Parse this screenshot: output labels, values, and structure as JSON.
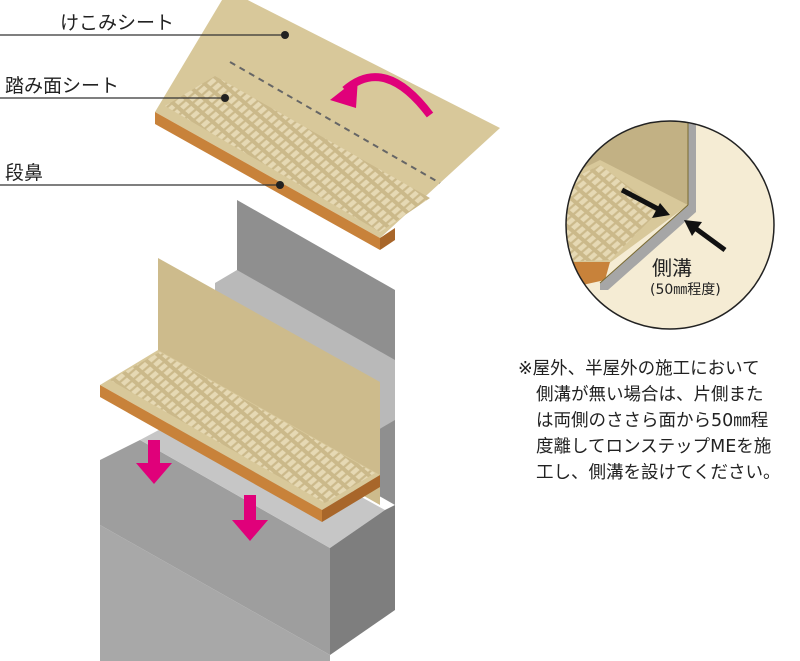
{
  "labels": {
    "riser_sheet": "けこみシート",
    "tread_sheet": "踏み面シート",
    "nosing": "段鼻"
  },
  "detail": {
    "title": "側溝",
    "subtitle": "(50㎜程度)"
  },
  "note": {
    "lines": [
      "※屋外、半屋外の施工において",
      "側溝が無い場合は、片側また",
      "は両側のささら面から50㎜程",
      "度離してロンステップMEを施",
      "工し、側溝を設けてください。"
    ]
  },
  "colors": {
    "sheet": "#d8c89a",
    "nosing": "#c8823a",
    "steel": "#a6a6a6",
    "arrow": "#e0007a",
    "detail_bg": "#f5ecd4"
  }
}
